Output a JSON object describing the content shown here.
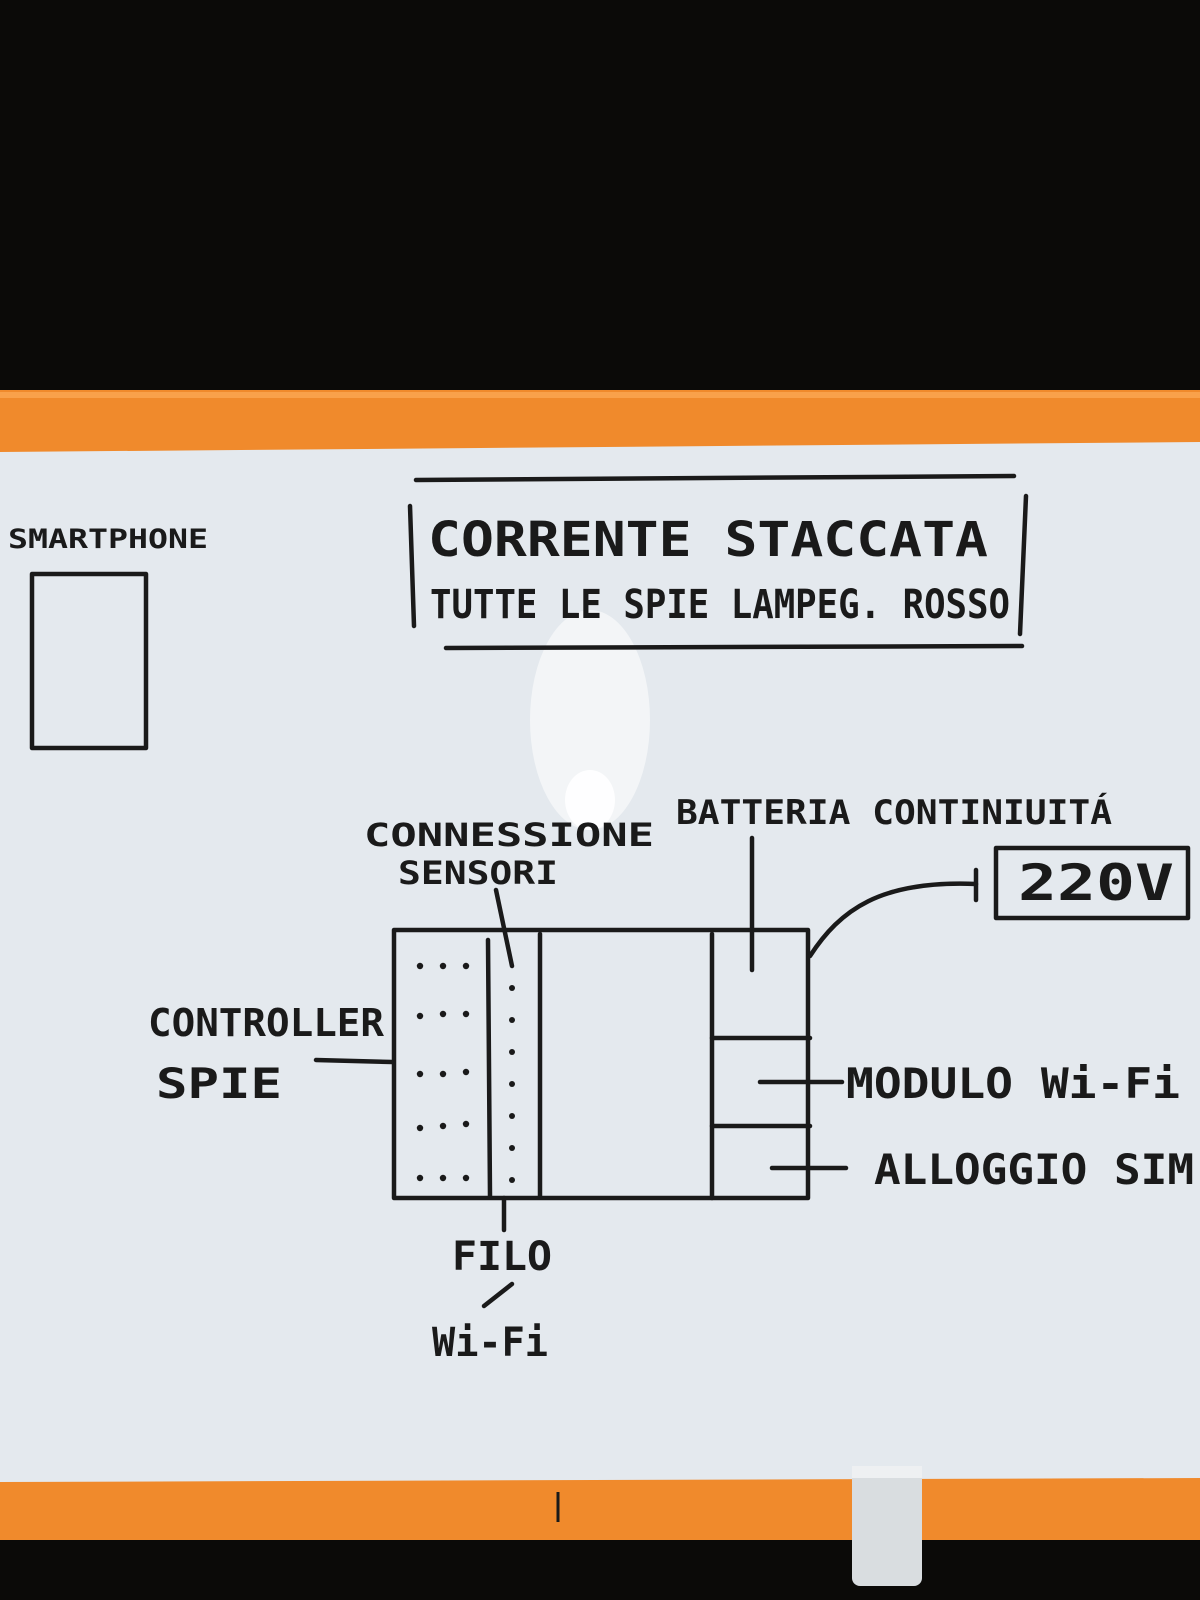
{
  "board": {
    "frame_color": "#f08a2c",
    "surface_color": "#e4e9ee",
    "marker_color": "#1a1a1a"
  },
  "smartphone_label": "SMARTPHONE",
  "title": {
    "line1": "CORRENTE STACCATA",
    "line2": "TUTTE LE SPIE LAMPEG. ROSSO"
  },
  "labels": {
    "connessione": "CONNESSIONE",
    "sensori": "SENSORI",
    "batteria": "BATTERIA CONTINIUITÁ",
    "voltage": "220V",
    "controller_line1": "CONTROLLER",
    "controller_line2": "SPIE",
    "modulo_wifi": "MODULO Wi-Fi",
    "alloggio_sim": "ALLOGGIO SIM",
    "filo": "FILO",
    "wifi": "Wi-Fi"
  }
}
